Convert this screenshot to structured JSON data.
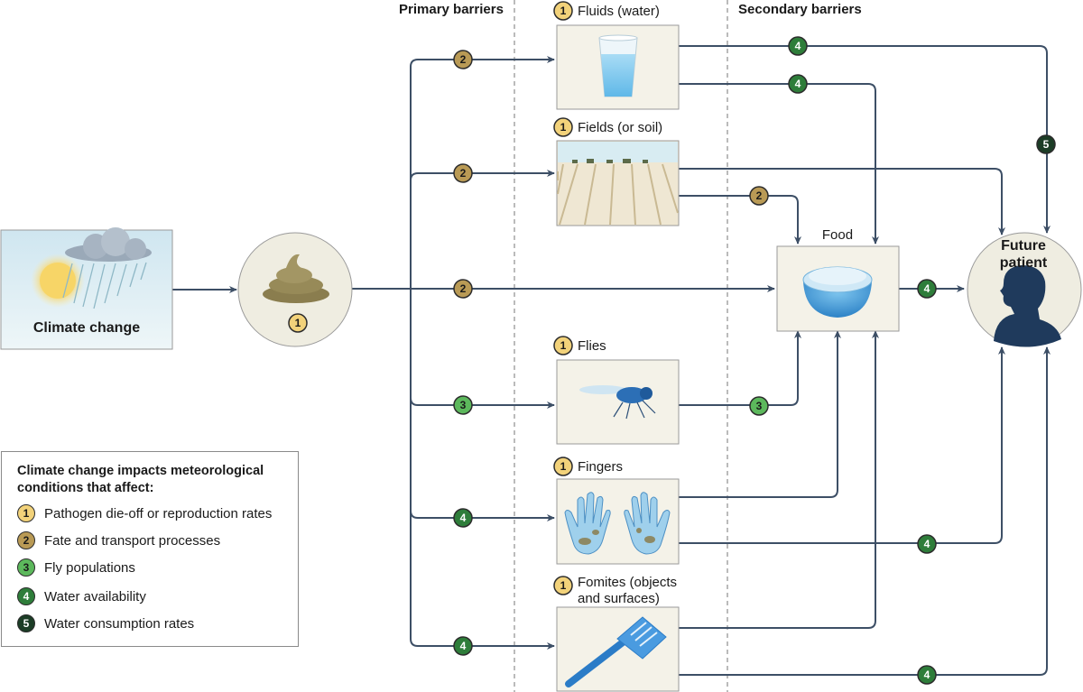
{
  "headers": {
    "primary": "Primary barriers",
    "secondary": "Secondary barriers"
  },
  "source": {
    "label": "Climate change"
  },
  "nodes": {
    "fluids": {
      "num": "1",
      "label": "Fluids (water)"
    },
    "fields": {
      "num": "1",
      "label": "Fields (or soil)"
    },
    "flies": {
      "num": "1",
      "label": "Flies"
    },
    "fingers": {
      "num": "1",
      "label": "Fingers"
    },
    "fomites": {
      "num": "1",
      "label_line1": "Fomites (objects",
      "label_line2": "and surfaces)"
    },
    "feces": {
      "num": "1"
    },
    "food": {
      "label": "Food"
    },
    "patient": {
      "label_line1": "Future",
      "label_line2": "patient"
    }
  },
  "edge_badges": {
    "feces_fluids": "2",
    "feces_fields": "2",
    "feces_food": "2",
    "feces_flies": "3",
    "feces_fingers": "4",
    "feces_fomites": "4",
    "fluids_patient": "4",
    "fluids_food": "4",
    "fluids_patient_consumption": "5",
    "fields_food": "2",
    "flies_food": "3",
    "food_patient": "4",
    "fingers_patient": "4",
    "fomites_patient": "4"
  },
  "legend": {
    "title_line1": "Climate change impacts meteorological",
    "title_line2": "conditions that affect:",
    "items": [
      {
        "num": "1",
        "text": "Pathogen die-off or reproduction rates",
        "color": "#f2d27a"
      },
      {
        "num": "2",
        "text": "Fate and transport processes",
        "color": "#b99a55"
      },
      {
        "num": "3",
        "text": "Fly populations",
        "color": "#5cb85c"
      },
      {
        "num": "4",
        "text": "Water availability",
        "color": "#2e7d3a"
      },
      {
        "num": "5",
        "text": "Water consumption rates",
        "color": "#1c3d26"
      }
    ]
  },
  "colors": {
    "arrow": "#3d4f66",
    "box_fill": "#f4f2e8",
    "badge1": "#f2d27a",
    "badge2": "#b99a55",
    "badge3": "#5cb85c",
    "badge4": "#2e7d3a",
    "badge5": "#1c3d26"
  }
}
